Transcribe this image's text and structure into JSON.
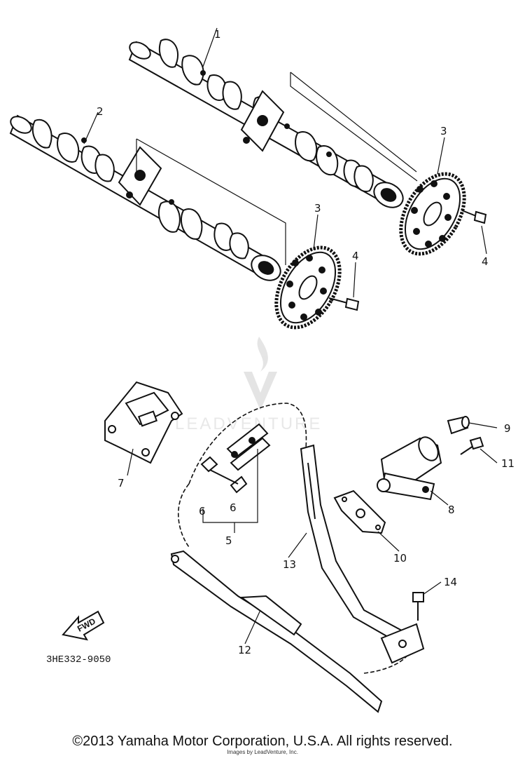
{
  "diagram": {
    "part_code": "3HE332-9050",
    "fwd_label": "FWD",
    "watermark": "LEADVENTURE",
    "callouts": [
      "1",
      "2",
      "3",
      "3",
      "4",
      "4",
      "5",
      "6",
      "6",
      "7",
      "8",
      "9",
      "10",
      "11",
      "12",
      "13",
      "14"
    ]
  },
  "footer": {
    "copyright": "©2013 Yamaha Motor Corporation, U.S.A. All rights reserved.",
    "credit": "Images by LeadVenture, Inc."
  }
}
